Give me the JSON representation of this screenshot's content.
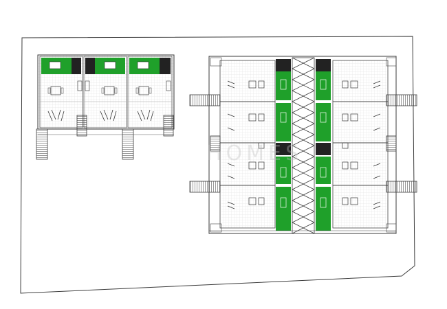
{
  "plan": {
    "colors": {
      "line": "#3a3a3a",
      "fine_line": "#8a8a8a",
      "floor_grid": "#d9d9d9",
      "garden": "#1fa02a",
      "dark_tile": "#222222",
      "paper": "#ffffff"
    },
    "watermark_text": "HOMES",
    "left_block": {
      "units": 3,
      "terraces_with_garden": 3
    },
    "right_block": {
      "units_per_side": 4,
      "sides": 2,
      "central_walkway": true,
      "stairways": 4
    }
  }
}
